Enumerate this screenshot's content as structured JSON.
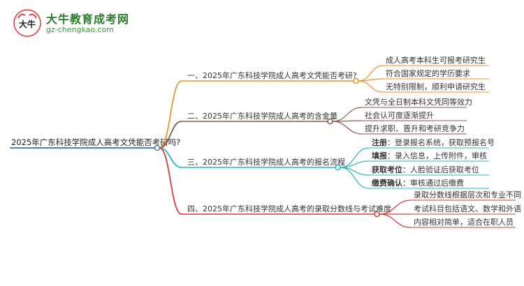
{
  "logo": {
    "mark_text": "大牛",
    "title": "大牛教育成考网",
    "url": "gz-chengkao.com"
  },
  "root": "2025年广东科技学院成人高考文凭能否考研吗?",
  "branches": [
    {
      "label": "一、2025年广东科技学院成人高考文凭能否考研?",
      "color": "#f0932b",
      "children": [
        {
          "bold": "",
          "text": "成人高考本科生可报考研究生"
        },
        {
          "bold": "",
          "text": "符合国家规定的学历要求"
        },
        {
          "bold": "",
          "text": "无特别限制，顺利申请研究生"
        }
      ]
    },
    {
      "label": "二、2025年广东科技学院成人高考的含金量",
      "color": "#8a5a4a",
      "children": [
        {
          "bold": "",
          "text": "文凭与全日制本科文凭同等效力"
        },
        {
          "bold": "",
          "text": "社会认可度逐渐提升"
        },
        {
          "bold": "",
          "text": "提升求职、晋升和考研竞争力"
        }
      ]
    },
    {
      "label": "三、2025年广东科技学院成人高考的报名流程",
      "color": "#26b8c6",
      "children": [
        {
          "bold": "注册",
          "text": "：登录报名系统，获取预报名号"
        },
        {
          "bold": "填报",
          "text": "：录入信息，上传附件，审核"
        },
        {
          "bold": "获取考位",
          "text": "：人脸验证后获取考位"
        },
        {
          "bold": "缴费确认",
          "text": "：审核通过后缴费"
        }
      ]
    },
    {
      "label": "四、2025年广东科技学院成人高考的录取分数线与考试难度",
      "color": "#d93a3a",
      "children": [
        {
          "bold": "",
          "text": "录取分数线根据层次和专业不同"
        },
        {
          "bold": "",
          "text": "考试科目包括语文、数学和外语"
        },
        {
          "bold": "",
          "text": "内容相对简单，适合在职人员"
        }
      ]
    }
  ]
}
